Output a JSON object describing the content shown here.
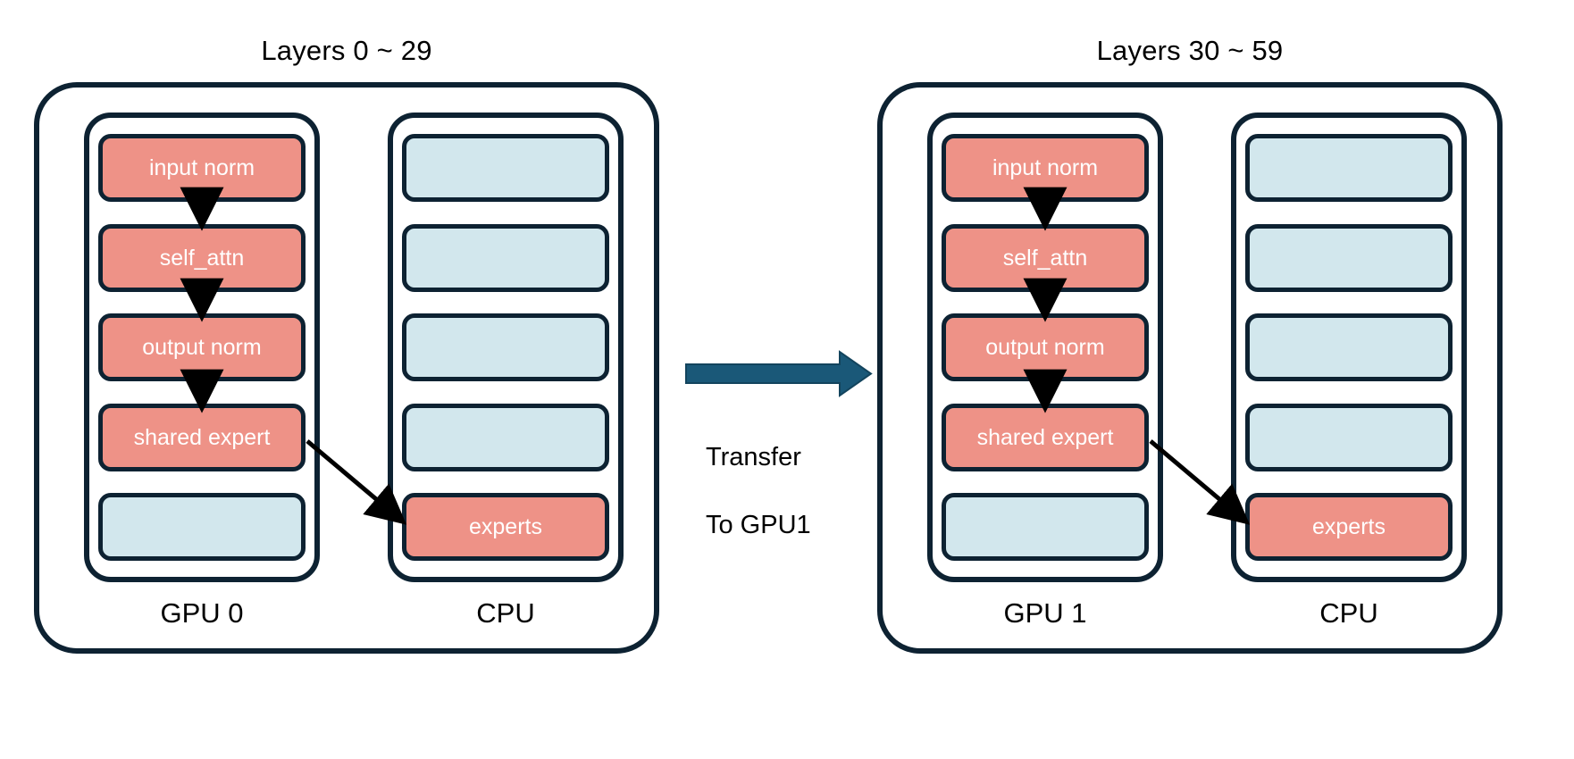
{
  "diagram": {
    "title_hidden": "",
    "background": "#ffffff",
    "colors": {
      "active_block": "#ee9287",
      "idle_block": "#d2e7ed",
      "outline": "#0d2232",
      "transfer_arrow": "#1a5878",
      "block_text": "#ffffff",
      "label_text": "#000000"
    }
  },
  "panels": [
    {
      "id": "panel-left",
      "title": "Layers 0 ~ 29",
      "columns": [
        {
          "id": "gpu0",
          "caption": "GPU 0",
          "blocks": [
            {
              "label": "input norm",
              "state": "active"
            },
            {
              "label": "self_attn",
              "state": "active"
            },
            {
              "label": "output norm",
              "state": "active"
            },
            {
              "label": "shared expert",
              "state": "active"
            },
            {
              "label": "",
              "state": "idle"
            }
          ]
        },
        {
          "id": "cpu0",
          "caption": "CPU",
          "blocks": [
            {
              "label": "",
              "state": "idle"
            },
            {
              "label": "",
              "state": "idle"
            },
            {
              "label": "",
              "state": "idle"
            },
            {
              "label": "",
              "state": "idle"
            },
            {
              "label": "experts",
              "state": "active"
            }
          ]
        }
      ]
    },
    {
      "id": "panel-right",
      "title": "Layers 30 ~ 59",
      "columns": [
        {
          "id": "gpu1",
          "caption": "GPU 1",
          "blocks": [
            {
              "label": "input norm",
              "state": "active"
            },
            {
              "label": "self_attn",
              "state": "active"
            },
            {
              "label": "output norm",
              "state": "active"
            },
            {
              "label": "shared expert",
              "state": "active"
            },
            {
              "label": "",
              "state": "idle"
            }
          ]
        },
        {
          "id": "cpu1",
          "caption": "CPU",
          "blocks": [
            {
              "label": "",
              "state": "idle"
            },
            {
              "label": "",
              "state": "idle"
            },
            {
              "label": "",
              "state": "idle"
            },
            {
              "label": "",
              "state": "idle"
            },
            {
              "label": "experts",
              "state": "active"
            }
          ]
        }
      ]
    }
  ],
  "transfer": {
    "label_line1": "Transfer",
    "label_line2": "To GPU1",
    "label": "Transfer\nTo GPU1"
  }
}
